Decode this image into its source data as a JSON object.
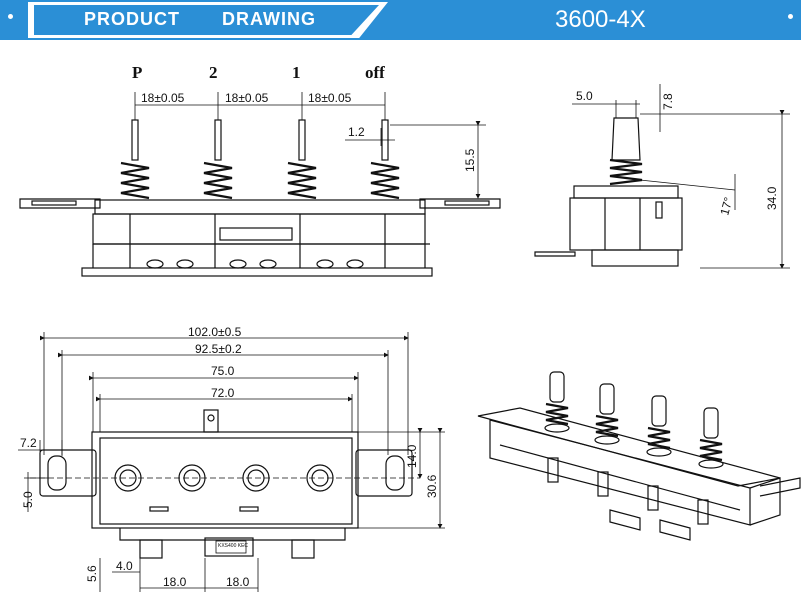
{
  "header": {
    "title_left": "PRODUCT",
    "title_right": "DRAWING",
    "model": "3600-4X"
  },
  "front_view": {
    "position_labels": [
      "P",
      "2",
      "1",
      "off"
    ],
    "pitch_dims": [
      "18±0.05",
      "18±0.05",
      "18±0.05"
    ],
    "pin_offset": "1.2",
    "pin_height": "15.5"
  },
  "side_view": {
    "shaft_width": "5.0",
    "shaft_top": "7.8",
    "total_height": "34.0",
    "angle": "17°"
  },
  "bottom_view": {
    "overall_width": "102.0±0.5",
    "hole_pitch_width": "92.5±0.2",
    "body_width": "75.0",
    "inner_width": "72.0",
    "ear_width": "7.2",
    "ear_height": "5.0",
    "half_height": "14.0",
    "body_height": "30.6",
    "terminal_offset": "5.6",
    "terminal_width": "4.0",
    "terminal_pitch_a": "18.0",
    "terminal_pitch_b": "18.0",
    "label_text": "KXS400 KEC"
  }
}
